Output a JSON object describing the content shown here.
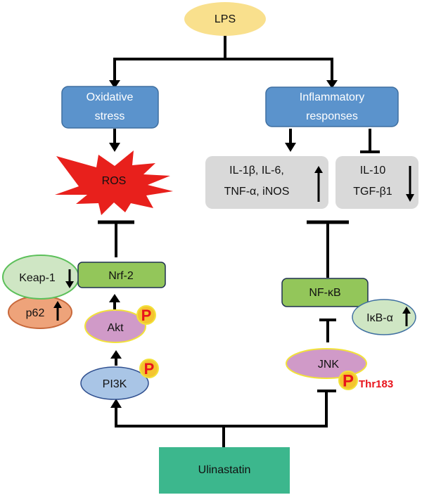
{
  "diagram": {
    "colors": {
      "lps": "#f9e08d",
      "blue_box": "#5b93cc",
      "blue_box_border": "#3f6fa0",
      "gray_box": "#d9d9d9",
      "green_box": "#93c65a",
      "green_box_border": "#1f3050",
      "keap_fill": "#cfe6c4",
      "keap_border": "#5cc05a",
      "p62_fill": "#eea37a",
      "p62_border": "#c8683a",
      "purple": "#d09ac8",
      "yellow_border": "#f2e23a",
      "pi3k_fill": "#a9c5e6",
      "pi3k_border": "#2f4f8f",
      "ikb_fill": "#cfe6c4",
      "ikb_border": "#3f6fa0",
      "ros": "#e8201c",
      "ulinastatin": "#3cb78d",
      "phospho_fill": "#f4c430",
      "phospho_text": "#e8141c"
    },
    "nodes": {
      "lps": "LPS",
      "oxidative_stress": [
        "Oxidative",
        "stress"
      ],
      "inflammatory_responses": [
        "Inflammatory",
        "responses"
      ],
      "ros": "ROS",
      "cytokines_up": [
        "IL-1β, IL-6,",
        "TNF-α, iNOS"
      ],
      "cytokines_down": [
        "IL-10",
        "TGF-β1"
      ],
      "keap1": "Keap-1",
      "p62": "p62",
      "nrf2": "Nrf-2",
      "akt": "Akt",
      "pi3k": "PI3K",
      "nfkb": "NF-κB",
      "ikba": "IκB-α",
      "jnk": "JNK",
      "ulinastatin": "Ulinastatin"
    },
    "phospho": {
      "label": "P",
      "jnk_site": "Thr183"
    },
    "regulation": {
      "cytokines_up": "up",
      "cytokines_down": "down",
      "keap1": "down",
      "p62": "up",
      "ikba": "up"
    }
  }
}
